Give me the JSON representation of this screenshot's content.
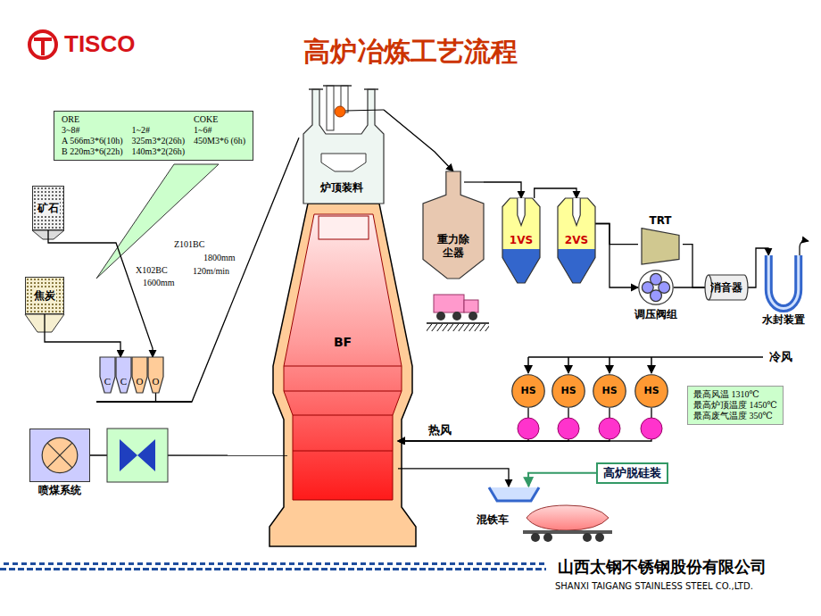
{
  "diagram": {
    "title": "高炉冶炼工艺流程",
    "nodes": [
      {
        "text": [
          "ORE",
          "COKE",
          "3~8#",
          "1~2#",
          "1~6#",
          "A 566m3*6(10h)",
          "325m3*2(26h)",
          "450M3*6 (6h)",
          "B 220m3*6(22h)",
          "140m3*2(26h)"
        ]
      },
      {
        "text": [
          "矿石"
        ]
      },
      {
        "text": [
          "焦炭"
        ]
      },
      {
        "text": [
          "C"
        ]
      },
      {
        "text": [
          "C"
        ]
      },
      {
        "text": [
          "O"
        ]
      },
      {
        "text": [
          "O"
        ]
      },
      {
        "text": [
          "炉顶装料"
        ]
      },
      {
        "text": [
          "BF"
        ]
      },
      {
        "text": [
          "重力除尘器"
        ]
      },
      {
        "text": [
          "1VS"
        ]
      },
      {
        "text": [
          "2VS"
        ]
      },
      {
        "text": [
          "TRT"
        ]
      },
      {
        "text": [
          "调压阀组"
        ]
      },
      {
        "text": [
          "消音器"
        ]
      },
      {
        "text": [
          "水封装置"
        ]
      },
      {
        "text": [
          "HS"
        ]
      },
      {
        "text": [
          "HS"
        ]
      },
      {
        "text": [
          "HS"
        ]
      },
      {
        "text": [
          "HS"
        ]
      },
      {
        "text": [
          "最高风温 1310℃",
          "最高炉顶温度 1450℃",
          "最高废气温度 350℃"
        ]
      },
      {
        "text": [
          "喷煤系统"
        ]
      },
      {
        "text": [
          "高炉脱硅装"
        ]
      },
      {
        "text": [
          "混铁车"
        ]
      }
    ],
    "edges": [
      {
        "from": 1,
        "to": 6,
        "arrow": "to"
      },
      {
        "from": 2,
        "to": 4,
        "arrow": "to"
      },
      {
        "from": 6,
        "to": 7,
        "arrow": "none"
      },
      {
        "from": 7,
        "to": 9,
        "arrow": "to"
      },
      {
        "from": 9,
        "to": 10,
        "arrow": "to"
      },
      {
        "from": 10,
        "to": 11,
        "arrow": "to"
      },
      {
        "from": 11,
        "to": 12,
        "arrow": "none"
      },
      {
        "from": 11,
        "to": 13,
        "arrow": "to"
      },
      {
        "from": 12,
        "to": 14,
        "arrow": "none"
      },
      {
        "from": 13,
        "to": 14,
        "arrow": "none"
      },
      {
        "from": 14,
        "to": 15,
        "arrow": "to"
      },
      {
        "from": 16,
        "to": 8,
        "arrow": "to"
      },
      {
        "from": 17,
        "to": 8,
        "arrow": "to"
      },
      {
        "from": 18,
        "to": 8,
        "arrow": "to"
      },
      {
        "from": 19,
        "to": 8,
        "arrow": "to"
      },
      {
        "from": 21,
        "to": 8,
        "arrow": "none"
      },
      {
        "from": 8,
        "to": 23,
        "arrow": "to"
      },
      {
        "from": 22,
        "to": 23,
        "arrow": "to"
      }
    ],
    "labels": [
      "TISCO",
      "X102BC",
      "1600mm",
      "Z101BC",
      "1800mm",
      "120m/min",
      "冷风",
      "热风",
      "山西太钢不锈钢股份有限公司",
      "SHANXI TAIGANG STAINLESS STEEL CO.,LTD."
    ]
  }
}
